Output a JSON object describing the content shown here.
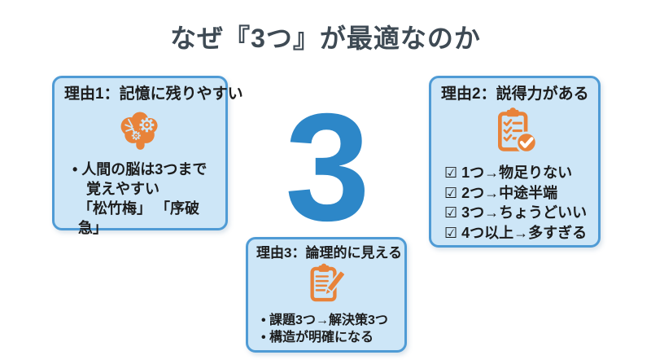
{
  "title": "なぜ『3つ』が最適なのか",
  "center": {
    "number": "3"
  },
  "colors": {
    "accent-blue": "#2d87c8",
    "box-bg": "#cde6f7",
    "box-border": "#4f9bd5",
    "icon-orange": "#e8833a",
    "title-color": "#3e4a54",
    "text-color": "#1c1c1c"
  },
  "reasons": {
    "r1": {
      "heading": "理由1：記憶に残りやすい",
      "icon": "brain-gears-icon",
      "lines": {
        "0": "• 人間の脳は3つまで",
        "1": "覚えやすい",
        "2": "「松竹梅」 「序破急」"
      }
    },
    "r2": {
      "heading": "理由2：説得力がある",
      "icon": "clipboard-check-icon",
      "items": {
        "0": "☑ 1つ→物足りない",
        "1": "☑ 2つ→中途半端",
        "2": "☑ 3つ→ちょうどいい",
        "3": "☑ 4つ以上→多すぎる"
      }
    },
    "r3": {
      "heading": "理由3：論理的に見える",
      "icon": "clipboard-pencil-icon",
      "lines": {
        "0": "• 課題3つ→解決策3つ",
        "1": "• 構造が明確になる"
      }
    }
  }
}
